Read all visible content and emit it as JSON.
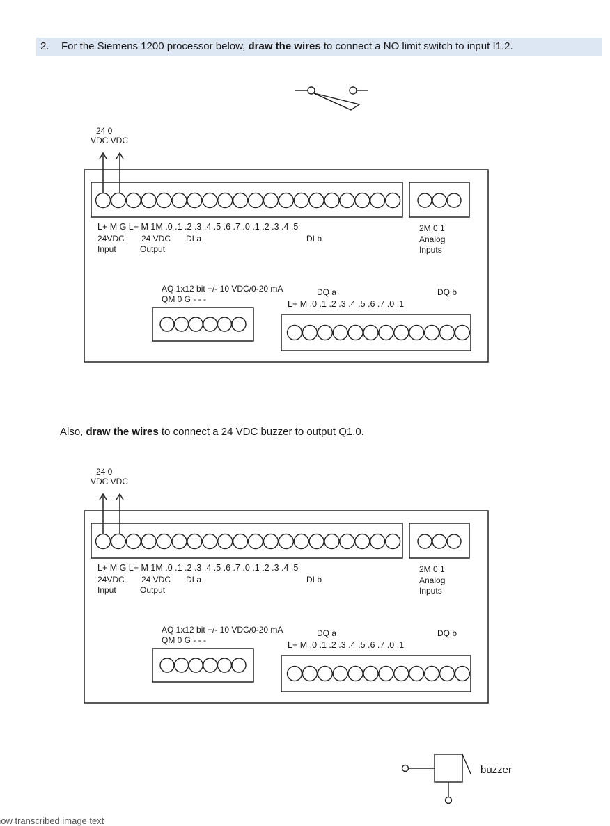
{
  "question": {
    "number": "2.",
    "text_before": "For the Siemens 1200 processor below, ",
    "bold": "draw the wires",
    "text_after": " to connect a NO limit switch to input I1.2."
  },
  "also": {
    "text_before": "Also, ",
    "bold": "draw the wires",
    "text_after": " to connect a 24 VDC buzzer to output Q1.0."
  },
  "plc": {
    "supply_top": "24   0",
    "supply_bottom": "VDC VDC",
    "input_terminals": "L+ M  G  L+ M 1M .0  .1  .2  .3  .4  .5  .6  .7  .0  .1  .2  .3  .4  .5",
    "power_in_1": "24VDC",
    "power_in_2": "Input",
    "power_out_1": "24 VDC",
    "power_out_2": "Output",
    "di_a": "DI a",
    "di_b": "DI b",
    "analog_terminals": "2M  0   1",
    "analog_1": "Analog",
    "analog_2": "Inputs",
    "aq_title": "AQ 1x12 bit +/- 10 VDC/0-20 mA",
    "aq_terminals": "QM 0   G   -    -    -",
    "dq_a": "DQ a",
    "dq_b": "DQ b",
    "dq_terminals": "L+ M  .0  .1  .2  .3  .4  .5  .6  .7  .0  .1"
  },
  "buzzer_label": "buzzer",
  "footer": "how transcribed image text"
}
